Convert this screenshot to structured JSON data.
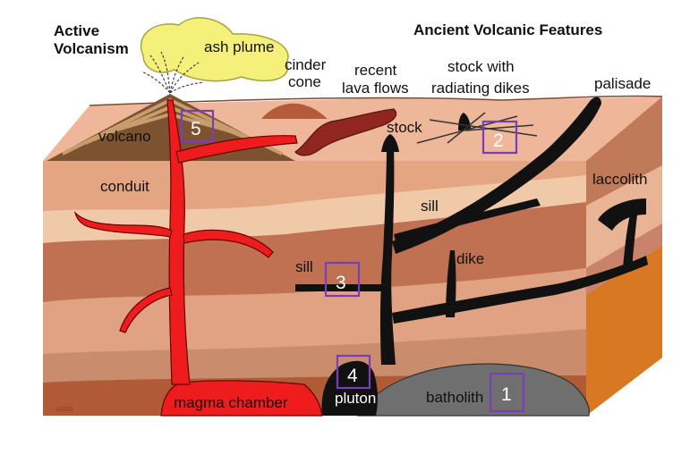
{
  "headings": {
    "active_line1": "Active",
    "active_line2": "Volcanism",
    "ancient": "Ancient Volcanic Features"
  },
  "labels": {
    "ash_plume": "ash plume",
    "cinder_line1": "cinder",
    "cinder_line2": "cone",
    "recent_line1": "recent",
    "recent_line2": "lava flows",
    "stock_dikes_line1": "stock with",
    "stock_dikes_line2": "radiating dikes",
    "palisade": "palisade",
    "volcano": "volcano",
    "stock": "stock",
    "conduit": "conduit",
    "laccolith": "laccolith",
    "sill_upper": "sill",
    "sill_lower": "sill",
    "dike": "dike",
    "magma_chamber": "magma chamber",
    "pluton": "pluton",
    "batholith": "batholith",
    "credit": "USGS"
  },
  "markers": [
    "1",
    "2",
    "3",
    "4",
    "5"
  ],
  "colors": {
    "magma": "#ee1c1c",
    "intrusion": "#111111",
    "batholith": "#6f6f6f",
    "ash": "#f5f07a",
    "box_outline": "#7b3fb5"
  }
}
